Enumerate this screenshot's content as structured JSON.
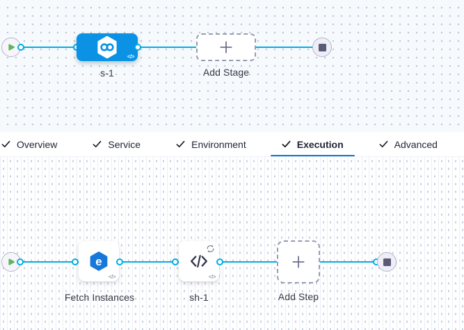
{
  "stage_canvas": {
    "nodes": [
      {
        "type": "start",
        "icon": "play-icon"
      },
      {
        "type": "stage",
        "label": "s-1",
        "icon": "cd-hexagon-infinity-icon"
      },
      {
        "type": "add-stage",
        "label": "Add Stage",
        "icon": "plus-icon"
      },
      {
        "type": "end",
        "icon": "stop-icon"
      }
    ]
  },
  "tab_bar": {
    "active_tab": "Execution",
    "items": [
      {
        "label": "Overview",
        "icon": "check-icon"
      },
      {
        "label": "Service",
        "icon": "check-icon"
      },
      {
        "label": "Environment",
        "icon": "check-icon"
      },
      {
        "label": "Execution",
        "icon": "check-icon"
      },
      {
        "label": "Advanced",
        "icon": "check-icon"
      }
    ]
  },
  "execution_canvas": {
    "nodes": [
      {
        "type": "start",
        "icon": "play-icon"
      },
      {
        "type": "step",
        "label": "Fetch Instances",
        "icon": "elastigroup-icon"
      },
      {
        "type": "step",
        "label": "sh-1",
        "icon": "code-icon",
        "badge": "looping-strategy-icon"
      },
      {
        "type": "add-step",
        "label": "Add Step",
        "icon": "plus-icon"
      },
      {
        "type": "end",
        "icon": "stop-icon"
      }
    ]
  },
  "glyphs": {
    "code": "</>",
    "elastigroup_e": "e"
  },
  "colors": {
    "stage_blue": "#0b92e4",
    "link_cyan": "#00ade4",
    "tab_underline_blue": "#0278d5",
    "play_green": "#5cb85c",
    "canvas_top_bg": "#f6fafd",
    "label_text": "#383946"
  }
}
